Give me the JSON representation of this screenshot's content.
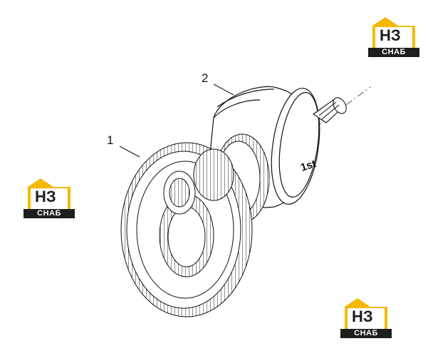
{
  "callouts": [
    {
      "id": "1",
      "label": "1"
    },
    {
      "id": "2",
      "label": "2"
    }
  ],
  "gear_marking": "1st",
  "watermark": {
    "letters": "НЗ",
    "caption": "СНАБ",
    "colors": {
      "accent": "#f5b800",
      "dark": "#1e1e1e"
    }
  },
  "icons": [
    "watermark-logo-icon"
  ]
}
